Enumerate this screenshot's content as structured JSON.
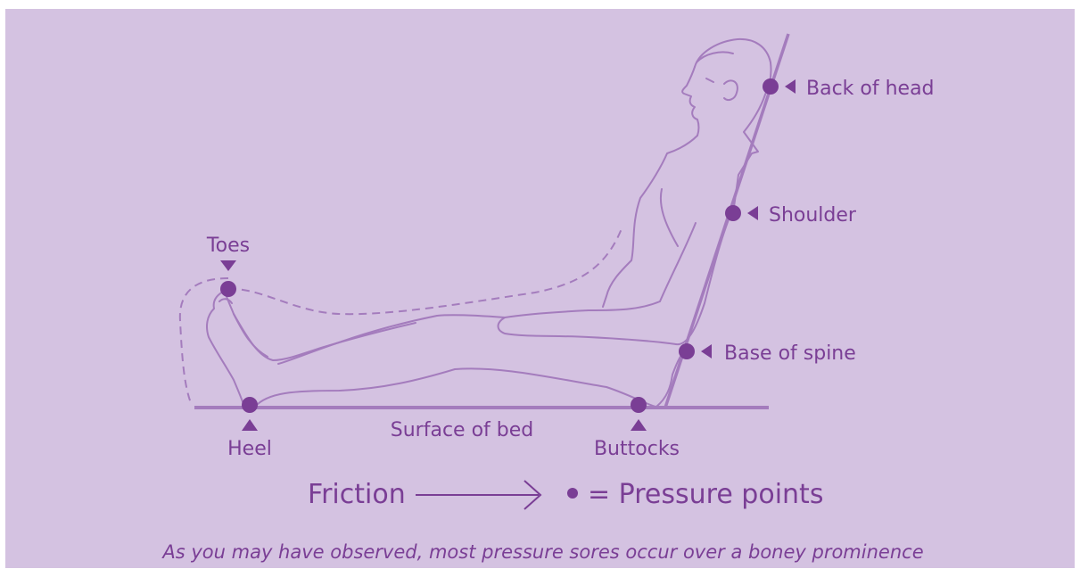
{
  "labels": {
    "back_of_head": "Back of head",
    "shoulder": "Shoulder",
    "base_of_spine": "Base of spine",
    "toes": "Toes",
    "heel": "Heel",
    "buttocks": "Buttocks",
    "surface_of_bed": "Surface of bed"
  },
  "legend": {
    "friction": "Friction",
    "pressure_points": "= Pressure points"
  },
  "caption": "As you may have observed, most pressure sores occur over a boney prominence",
  "colors": {
    "background": "#d4c2e1",
    "outline": "#a47cbd",
    "marker": "#7a3e95",
    "text": "#7a3e95"
  }
}
